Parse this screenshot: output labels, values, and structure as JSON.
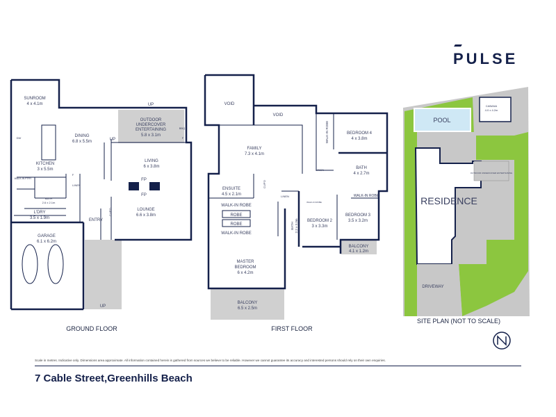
{
  "brand": {
    "name": "PULSE"
  },
  "ground_floor": {
    "title": "GROUND FLOOR",
    "rooms": {
      "sunroom": {
        "name": "SUNROOM",
        "size": "4 x 4.1m"
      },
      "dining": {
        "name": "DINING",
        "size": "6.8 x 5.5m"
      },
      "outdoor": {
        "name1": "OUTDOOR",
        "name2": "UNDERCOVER",
        "name3": "ENTERTAINING",
        "size": "5.8 x 3.1m"
      },
      "kitchen": {
        "name": "KITCHEN",
        "size": "3 x 5.5m"
      },
      "living": {
        "name": "LIVING",
        "size": "6 x 3.8m"
      },
      "lounge": {
        "name": "LOUNGE",
        "size": "6.6 x 3.8m"
      },
      "bath": {
        "name": "BATH",
        "size": "2.6 x 2.1m"
      },
      "laundry": {
        "name": "L'DRY",
        "size": "3.5 x 1.9m"
      },
      "garage": {
        "name": "GARAGE",
        "size": "6.1 x 6.2m"
      },
      "entry": {
        "name": "ENTRY"
      },
      "pantry": {
        "name": "WALK-IN PTRY"
      },
      "linen": {
        "name": "LINEN"
      },
      "cupboard": {
        "name": "CUP'D"
      }
    },
    "marks": {
      "up1": "UP",
      "up2": "UP",
      "up3": "UP",
      "fp1": "FP",
      "fp2": "FP",
      "dw": "DW",
      "bbq": "BBQ",
      "f1": "F",
      "f2": "F"
    }
  },
  "first_floor": {
    "title": "FIRST FLOOR",
    "rooms": {
      "void1": {
        "name": "VOID"
      },
      "void2": {
        "name": "VOID"
      },
      "family": {
        "name": "FAMILY",
        "size": "7.3 x 4.1m"
      },
      "bedroom4": {
        "name": "BEDROOM 4",
        "size": "4 x 3.8m"
      },
      "bath": {
        "name": "BATH",
        "size": "4 x 2.7m"
      },
      "ensuite": {
        "name": "ENSUITE",
        "size": "4.5 x 2.1m"
      },
      "wir1": {
        "name": "WALK-IN ROBE"
      },
      "wir2": {
        "name": "WALK-IN ROBE"
      },
      "wir3": {
        "name": "WALK-IN ROBE"
      },
      "wir4": {
        "name": "WALK-IN ROBE"
      },
      "wir5": {
        "name": "WALK-IN ROBE"
      },
      "robe1": {
        "name": "ROBE"
      },
      "robe2": {
        "name": "ROBE"
      },
      "master": {
        "name1": "MASTER",
        "name2": "BEDROOM",
        "size": "6 x 4.2m"
      },
      "balcony1": {
        "name": "BALCONY",
        "size": "6.5 x 2.5m"
      },
      "bath2": {
        "name": "BATH",
        "size": "2.2 x 3.3m"
      },
      "bedroom2": {
        "name": "BEDROOM 2",
        "size": "3 x 3.3m"
      },
      "bedroom3": {
        "name": "BEDROOM 3",
        "size": "3.5 x 3.2m"
      },
      "balcony2": {
        "name": "BALCONY",
        "size": "4.1 x 1.2m"
      },
      "linen1": {
        "name": "LINEN"
      },
      "linen2": {
        "name": "LINEN"
      },
      "cupboard": {
        "name": "CUP'D"
      }
    }
  },
  "site_plan": {
    "title": "SITE PLAN (NOT TO SCALE)",
    "pool": "POOL",
    "cabana": {
      "name": "CABANA",
      "size": "4.0 x 4.2m"
    },
    "outdoor": "OUTDOOR UNDERCOVER ENTERTAINING",
    "residence": "RESIDENCE",
    "driveway": "DRIVEWAY"
  },
  "footer": {
    "disclaimer": "Scale in metres. Indicative only. Dimensions area approximate. All information contained herein is gathered from sources we believe to be reliable. However we cannot guarantee its accuracy and interested persons should rely on their own enquiries.",
    "address": "7 Cable Street,Greenhills Beach"
  },
  "colors": {
    "navy": "#14204a",
    "grass": "#8cc63f",
    "paving": "#c8c8c8",
    "pool": "#cfe8f5"
  }
}
